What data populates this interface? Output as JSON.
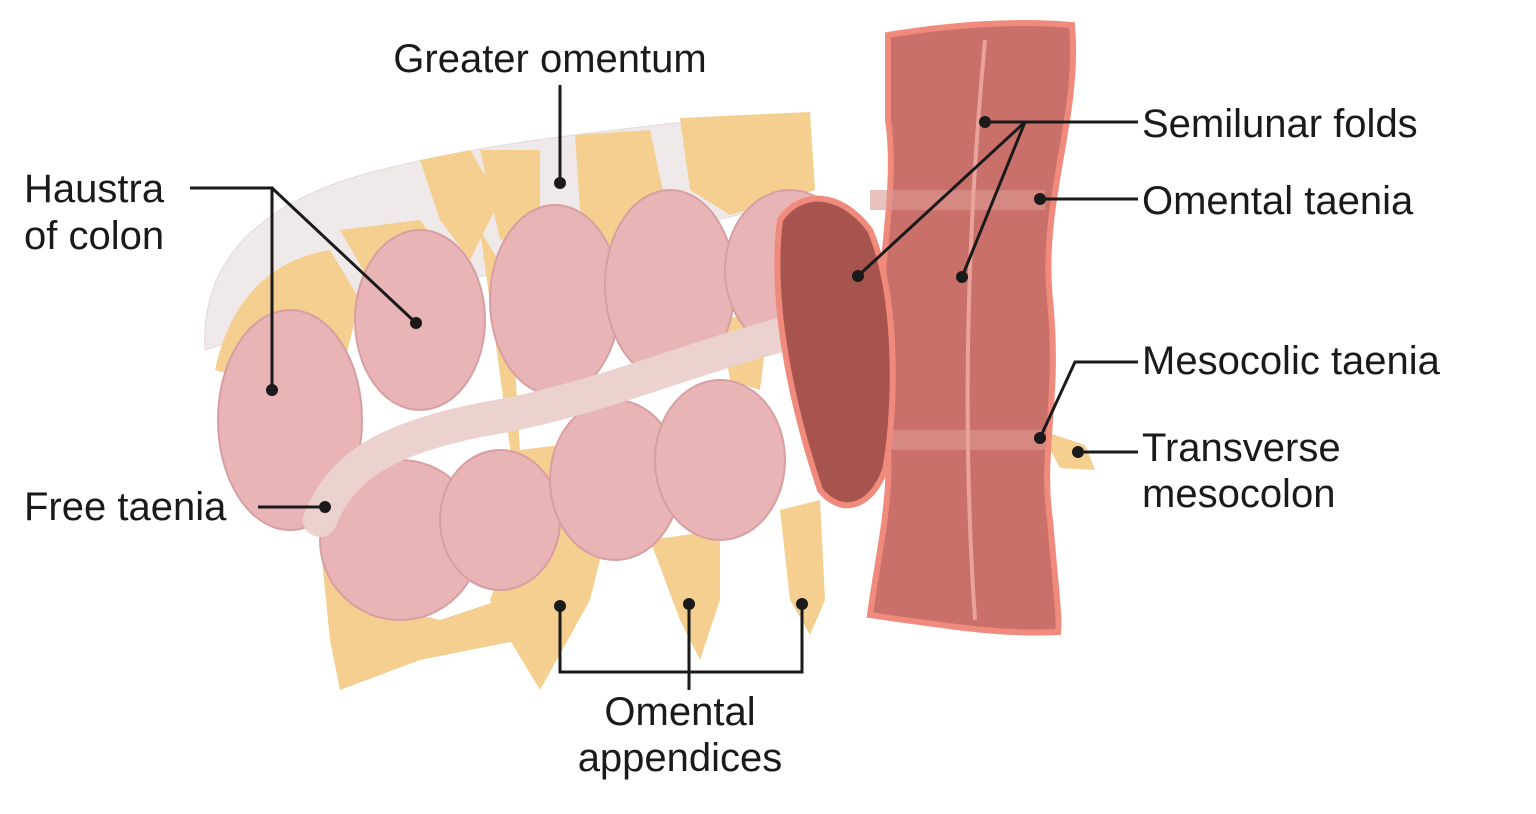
{
  "labels": {
    "greater_omentum": "Greater omentum",
    "haustra_line1": "Haustra",
    "haustra_line2": "of colon",
    "free_taenia": "Free taenia",
    "semilunar_folds": "Semilunar folds",
    "omental_taenia": "Omental taenia",
    "mesocolic_taenia": "Mesocolic taenia",
    "transverse_mesocolon_line1": "Transverse",
    "transverse_mesocolon_line2": "mesocolon",
    "omental_appendices_line1": "Omental",
    "omental_appendices_line2": "appendices"
  },
  "colors": {
    "haustra": "#e9b4b6",
    "fat": "#f5cf8f",
    "omentum": "#efe9ea",
    "colon_wall": "#c9706a",
    "cut_edge": "#f08a7c",
    "taenia": "#ecd2cf"
  }
}
